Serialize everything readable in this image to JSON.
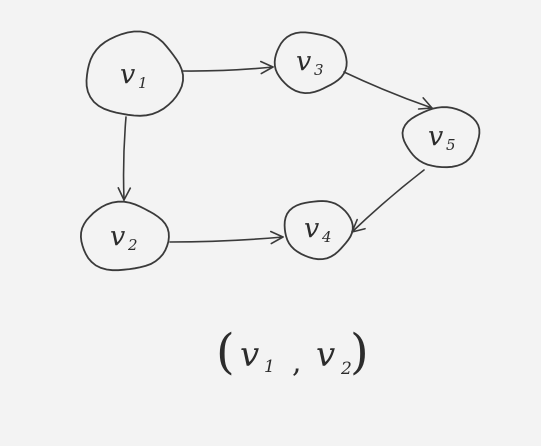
{
  "nodes": [
    {
      "id": "v1",
      "letter": "v",
      "index": "1"
    },
    {
      "id": "v2",
      "letter": "v",
      "index": "2"
    },
    {
      "id": "v3",
      "letter": "v",
      "index": "3"
    },
    {
      "id": "v4",
      "letter": "v",
      "index": "4"
    },
    {
      "id": "v5",
      "letter": "v",
      "index": "5"
    }
  ],
  "edges": [
    {
      "from": "v1",
      "to": "v3"
    },
    {
      "from": "v1",
      "to": "v2"
    },
    {
      "from": "v3",
      "to": "v5"
    },
    {
      "from": "v5",
      "to": "v4"
    },
    {
      "from": "v2",
      "to": "v4"
    }
  ],
  "caption": {
    "open": "(",
    "first_letter": "v",
    "first_index": "1",
    "separator": ",",
    "second_letter": "v",
    "second_index": "2",
    "close": ")"
  },
  "colors": {
    "ink": "#3a3a3a",
    "background": "#f3f3f3"
  }
}
